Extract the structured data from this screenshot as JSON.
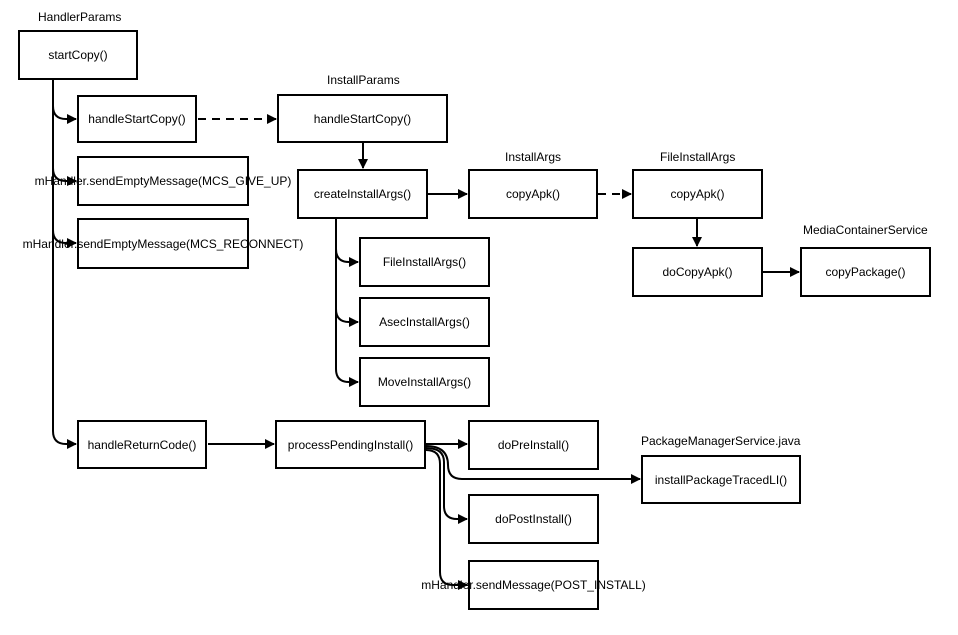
{
  "groups": {
    "handler_params": "HandlerParams",
    "install_params": "InstallParams",
    "install_args": "InstallArgs",
    "file_install_args": "FileInstallArgs",
    "media_container_service": "MediaContainerService",
    "package_manager_service": "PackageManagerService.java"
  },
  "nodes": {
    "start_copy": "startCopy()",
    "handle_start_copy_handler": "handleStartCopy()",
    "send_give_up": "mHandler.sendEmptyMessage(MCS_GIVE_UP)",
    "send_reconnect": "mHandler.sendEmptyMessage(MCS_RECONNECT)",
    "handle_return_code": "handleReturnCode()",
    "handle_start_copy_install": "handleStartCopy()",
    "create_install_args": "createInstallArgs()",
    "file_install_args_ctor": "FileInstallArgs()",
    "asec_install_args_ctor": "AsecInstallArgs()",
    "move_install_args_ctor": "MoveInstallArgs()",
    "copy_apk_install_args": "copyApk()",
    "copy_apk_file_install_args": "copyApk()",
    "do_copy_apk": "doCopyApk()",
    "copy_package": "copyPackage()",
    "process_pending_install": "processPendingInstall()",
    "do_pre_install": "doPreInstall()",
    "install_package_traced": "installPackageTracedLI()",
    "do_post_install": "doPostInstall()",
    "send_post_install": "mHandler.sendMessage(POST_INSTALL)"
  },
  "colors": {
    "stroke": "#000000",
    "background": "#ffffff"
  }
}
